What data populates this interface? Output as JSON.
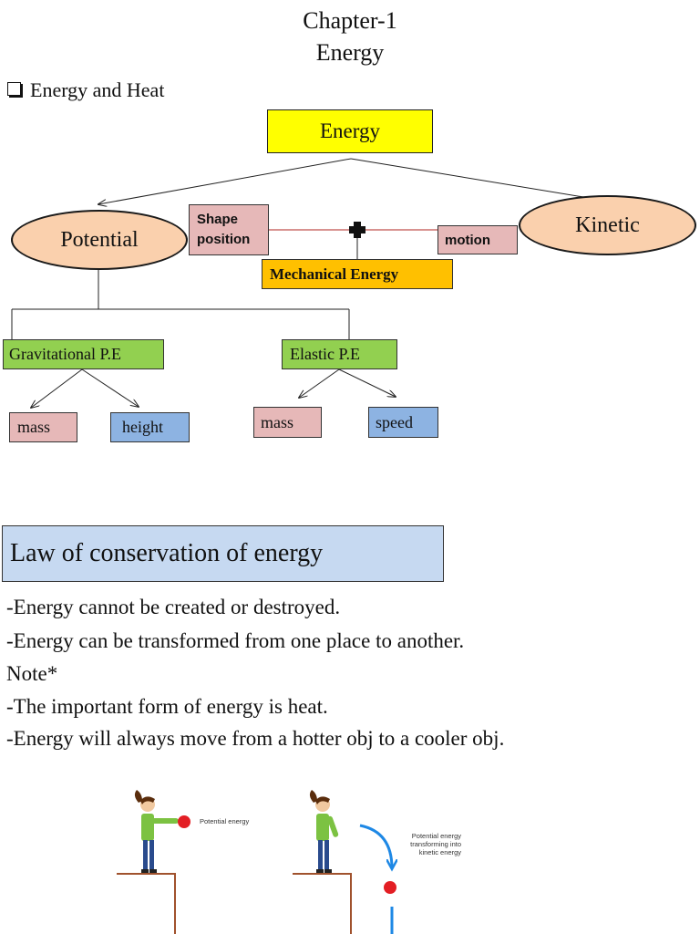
{
  "header": {
    "chapter": "Chapter-1",
    "topic": "Energy",
    "bullet": "Energy and Heat"
  },
  "diagram": {
    "energy": "Energy",
    "potential": "Potential",
    "kinetic": "Kinetic",
    "shape_position_1": "Shape",
    "shape_position_2": "position",
    "motion": "motion",
    "mechanical": "Mechanical Energy",
    "gravitational": "Gravitational P.E",
    "elastic": "Elastic P.E",
    "grav_mass": "mass",
    "grav_height": "height",
    "elastic_mass": "mass",
    "elastic_speed": "speed"
  },
  "law": {
    "title": "Law of  conservation of energy",
    "lines": [
      "-Energy cannot be created  or destroyed.",
      "-Energy can be transformed from one place to another.",
      "Note*",
      "-The important form of energy is heat.",
      "-Energy will always move from a hotter obj to a  cooler obj."
    ]
  },
  "illustration": {
    "label_left": "Potential energy",
    "label_right_1": "Potential energy",
    "label_right_2": "transforming into",
    "label_right_3": "kinetic energy"
  },
  "colors": {
    "yellow": "#ffff00",
    "orange": "#ffc000",
    "peach": "#fad0ad",
    "pink": "#e6b8b8",
    "blue": "#8db3e2",
    "green": "#92d050",
    "law_bg": "#c6d9f1"
  }
}
